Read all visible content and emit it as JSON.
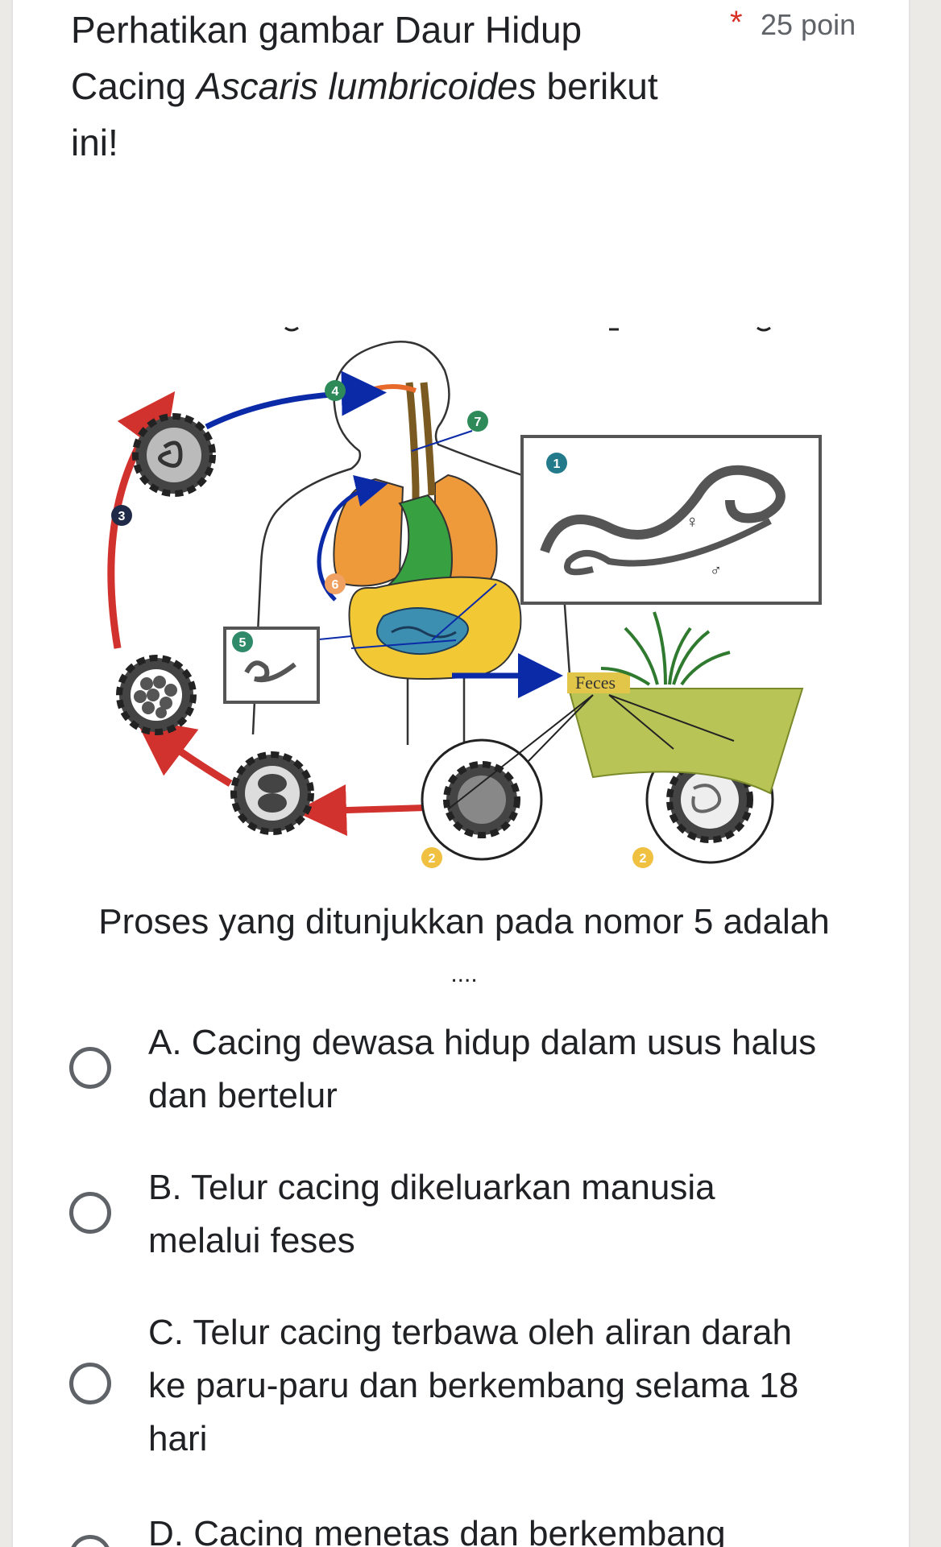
{
  "question": {
    "title_line1": "Perhatikan gambar Daur Hidup",
    "title_line2_pre": "Cacing ",
    "title_line2_italic": "Ascaris lumbricoides",
    "title_line2_post": " berikut",
    "title_line3": "ini!",
    "required_mark": "*",
    "points": "25 poin",
    "prompt_line1": "Proses yang ditunjukkan pada nomor 5 adalah",
    "prompt_line2": "...."
  },
  "diagram": {
    "numbers": [
      "4",
      "7",
      "1",
      "3",
      "6",
      "5",
      "2",
      "2"
    ],
    "feces_label": "Feces",
    "female_symbol": "♀",
    "male_symbol": "♂"
  },
  "options": [
    {
      "line1": "A. Cacing dewasa hidup dalam usus halus",
      "line2": "dan bertelur",
      "line3": ""
    },
    {
      "line1": "B. Telur cacing dikeluarkan manusia",
      "line2": "melalui feses",
      "line3": ""
    },
    {
      "line1": "C. Telur cacing terbawa oleh  aliran darah",
      "line2": "ke paru-paru dan berkembang selama 18",
      "line3": "hari"
    },
    {
      "line1": "D. Cacing menetas dan berkembang",
      "line2": "",
      "line3": ""
    }
  ],
  "colors": {
    "accent_red": "#d93025",
    "arrow_blue": "#0b2aa8",
    "arrow_red": "#d2322d",
    "lung_orange": "#ef9a3a",
    "stomach_green": "#37a141",
    "intestine_yellow": "#f2c935",
    "soil_green": "#b9c457"
  }
}
